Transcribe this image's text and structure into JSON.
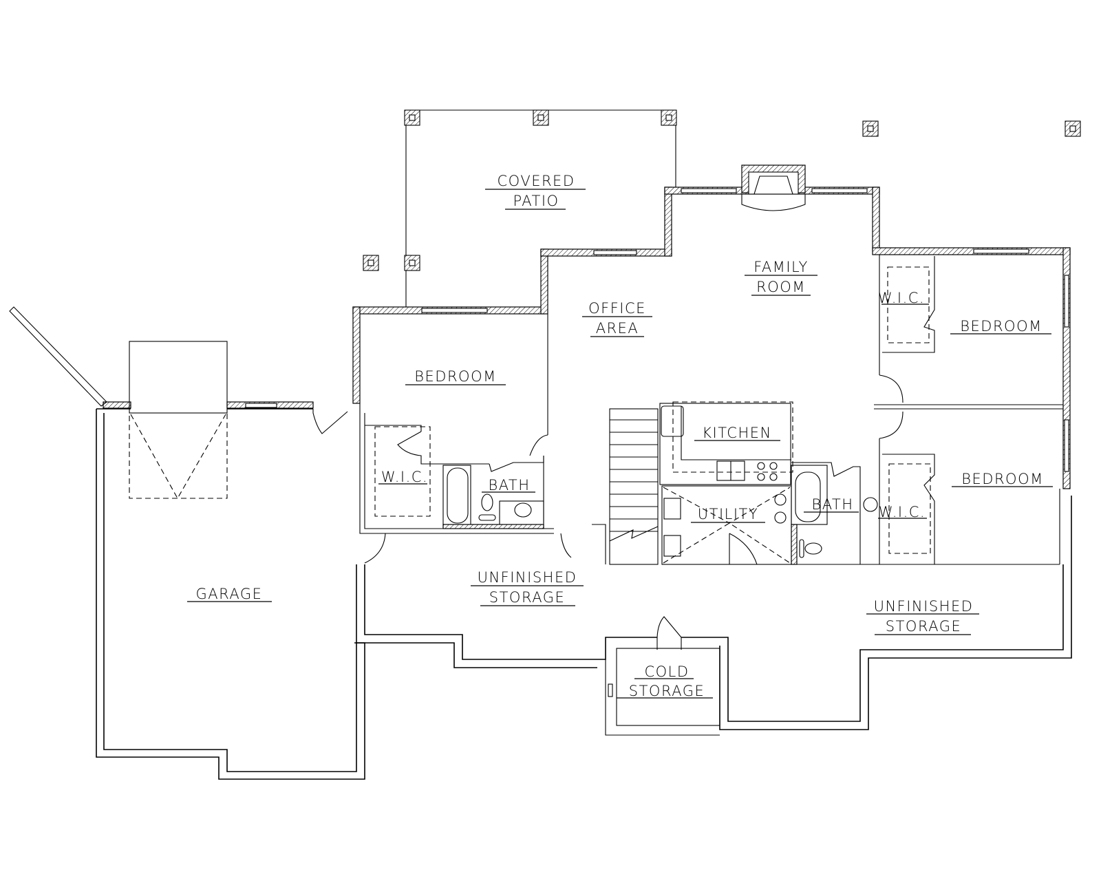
{
  "plan": {
    "type": "basement floor plan",
    "colors": {
      "line": "#000000",
      "background": "#ffffff"
    },
    "rooms": [
      {
        "id": "covered-patio",
        "lines": [
          "COVERED",
          "PATIO"
        ]
      },
      {
        "id": "family-room",
        "lines": [
          "FAMILY",
          "ROOM"
        ]
      },
      {
        "id": "office-area",
        "lines": [
          "OFFICE",
          "AREA"
        ]
      },
      {
        "id": "bedroom-west",
        "lines": [
          "BEDROOM"
        ]
      },
      {
        "id": "bedroom-east-upper",
        "lines": [
          "BEDROOM"
        ]
      },
      {
        "id": "bedroom-east-lower",
        "lines": [
          "BEDROOM"
        ]
      },
      {
        "id": "wic-west",
        "lines": [
          "W.I.C."
        ]
      },
      {
        "id": "wic-east-upper",
        "lines": [
          "W.I.C."
        ]
      },
      {
        "id": "wic-east-lower",
        "lines": [
          "W.I.C."
        ]
      },
      {
        "id": "bath-west",
        "lines": [
          "BATH"
        ]
      },
      {
        "id": "bath-east",
        "lines": [
          "BATH"
        ]
      },
      {
        "id": "kitchen",
        "lines": [
          "KITCHEN"
        ]
      },
      {
        "id": "utility",
        "lines": [
          "UTILITY"
        ]
      },
      {
        "id": "garage",
        "lines": [
          "GARAGE"
        ]
      },
      {
        "id": "unfinished-storage-west",
        "lines": [
          "UNFINISHED",
          "STORAGE"
        ]
      },
      {
        "id": "unfinished-storage-east",
        "lines": [
          "UNFINISHED",
          "STORAGE"
        ]
      },
      {
        "id": "cold-storage",
        "lines": [
          "COLD",
          "STORAGE"
        ]
      }
    ]
  }
}
